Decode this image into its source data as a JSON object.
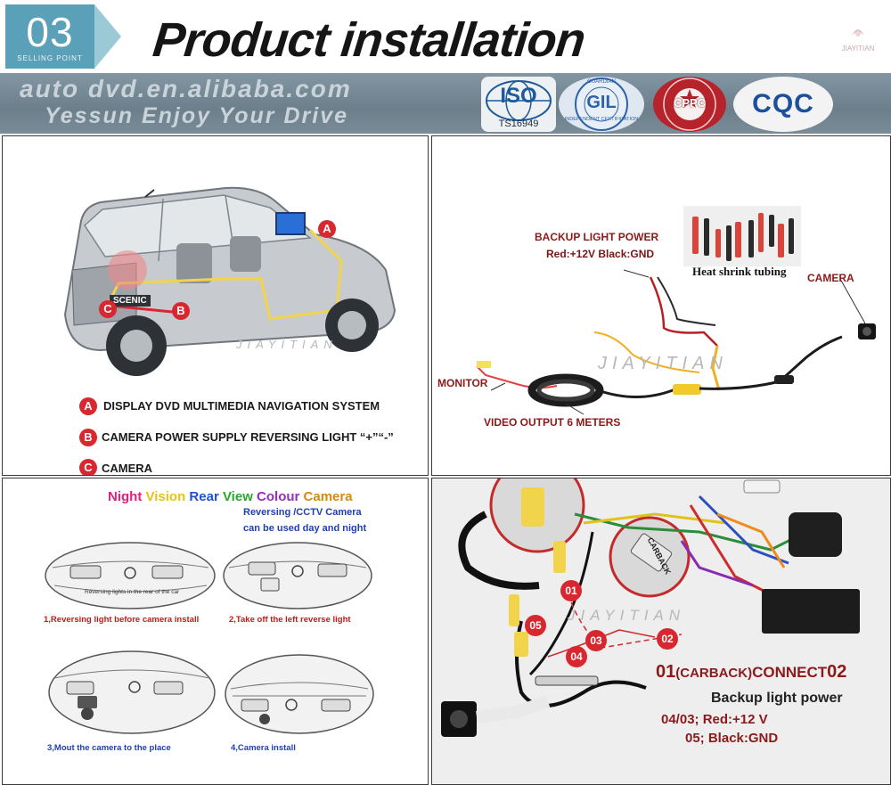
{
  "header": {
    "badge_number": "03",
    "badge_sub": "SELLING POINT",
    "title": "Product installation",
    "brand_mark": "JIAYITIAN",
    "banner_line1": "auto dvd.en.alibaba.com",
    "banner_line2": "Yessun Enjoy Your Drive",
    "certs": {
      "iso": "ISO",
      "iso_sub": "TS16949",
      "gil_top": "GUARDIAN",
      "gil": "GIL",
      "gil_ring": "INDEPENDENT CERTIFICATION",
      "cppc": "CPPC",
      "cqc": "CQC"
    }
  },
  "panel_car": {
    "watermark": "JIAYITIAN",
    "plate": "SCENIC",
    "marker_a": "A",
    "marker_b": "B",
    "marker_c": "C",
    "legend": [
      {
        "letter": "A",
        "text": "DISPLAY DVD MULTIMEDIA NAVIGATION SYSTEM"
      },
      {
        "letter": "B",
        "text": "CAMERA POWER SUPPLY  REVERSING LIGHT “+”“-”"
      },
      {
        "letter": "C",
        "text": "CAMERA"
      }
    ]
  },
  "panel_wiring": {
    "backup_power": "BACKUP LIGHT POWER",
    "backup_colors": "Red:+12V Black:GND",
    "heat_shrink": "Heat shrink tubing",
    "camera": "CAMERA",
    "monitor": "MONITOR",
    "video_output": "VIDEO OUTPUT 6 METERS",
    "watermark": "JIAYITIAN"
  },
  "panel_steps": {
    "title_words": [
      {
        "text": "Night",
        "color": "#e0207a"
      },
      {
        "text": "Vision",
        "color": "#e6c21a"
      },
      {
        "text": "Rear",
        "color": "#1f4fd2"
      },
      {
        "text": "View",
        "color": "#2aa62a"
      },
      {
        "text": "Colour",
        "color": "#9b2bc2"
      },
      {
        "text": "Camera",
        "color": "#d68a12"
      }
    ],
    "subtitle_line1": "Reversing /CCTV Camera",
    "subtitle_line2": "can be used day and night",
    "inset_text": "Reversing lights in the rear of the car",
    "step1": "1,Reversing light before camera install",
    "step2": "2,Take off the left reverse light",
    "step3": "3,Mout the camera to the place",
    "step4": "4,Camera install"
  },
  "panel_harness": {
    "tag": "CARBACK",
    "markers": [
      "01",
      "02",
      "03",
      "04",
      "05"
    ],
    "watermark": "JIAYITIAN",
    "connect_num1": "01",
    "connect_word1": "(CARBACK)",
    "connect_word2": "CONNECT",
    "connect_num2": "02",
    "backup_light_power": "Backup light power",
    "red_line": "04/03; Red:+12 V",
    "black_line": "05; Black:GND"
  },
  "colors": {
    "badge": "#5aa0b8",
    "banner": "#6c7f8b",
    "marker_red": "#d8272e",
    "label_dark_red": "#8b1a1a",
    "caption_red": "#c31a1a"
  }
}
